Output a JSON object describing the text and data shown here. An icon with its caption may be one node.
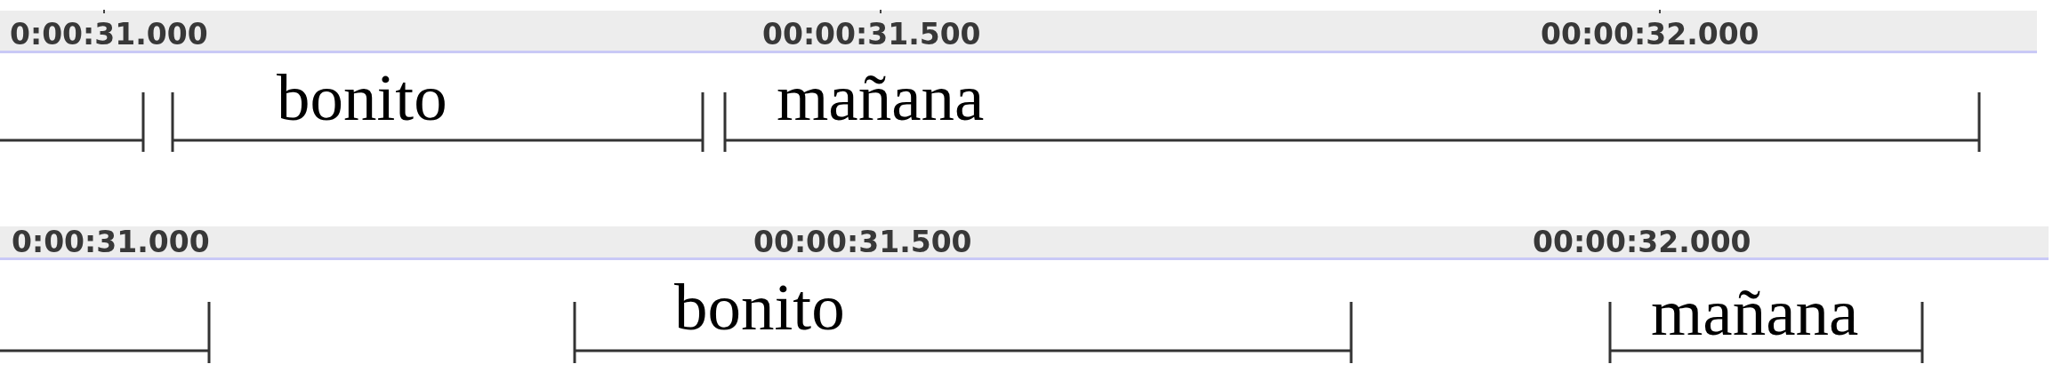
{
  "diagram": {
    "nodes": [
      {
        "text": [
          "0:00:31.000",
          "00:00:31.500",
          "00:00:32.000"
        ]
      },
      {
        "text": [],
        "shape": "bracket"
      },
      {
        "text": [
          "bonito"
        ]
      },
      {
        "text": [
          "mañana"
        ]
      },
      {
        "text": [
          "0:00:31.000",
          "00:00:31.500",
          "00:00:32.000"
        ]
      },
      {
        "text": [],
        "shape": "bracket"
      },
      {
        "text": [
          "bonito"
        ]
      },
      {
        "text": [
          "mañana"
        ]
      }
    ]
  }
}
